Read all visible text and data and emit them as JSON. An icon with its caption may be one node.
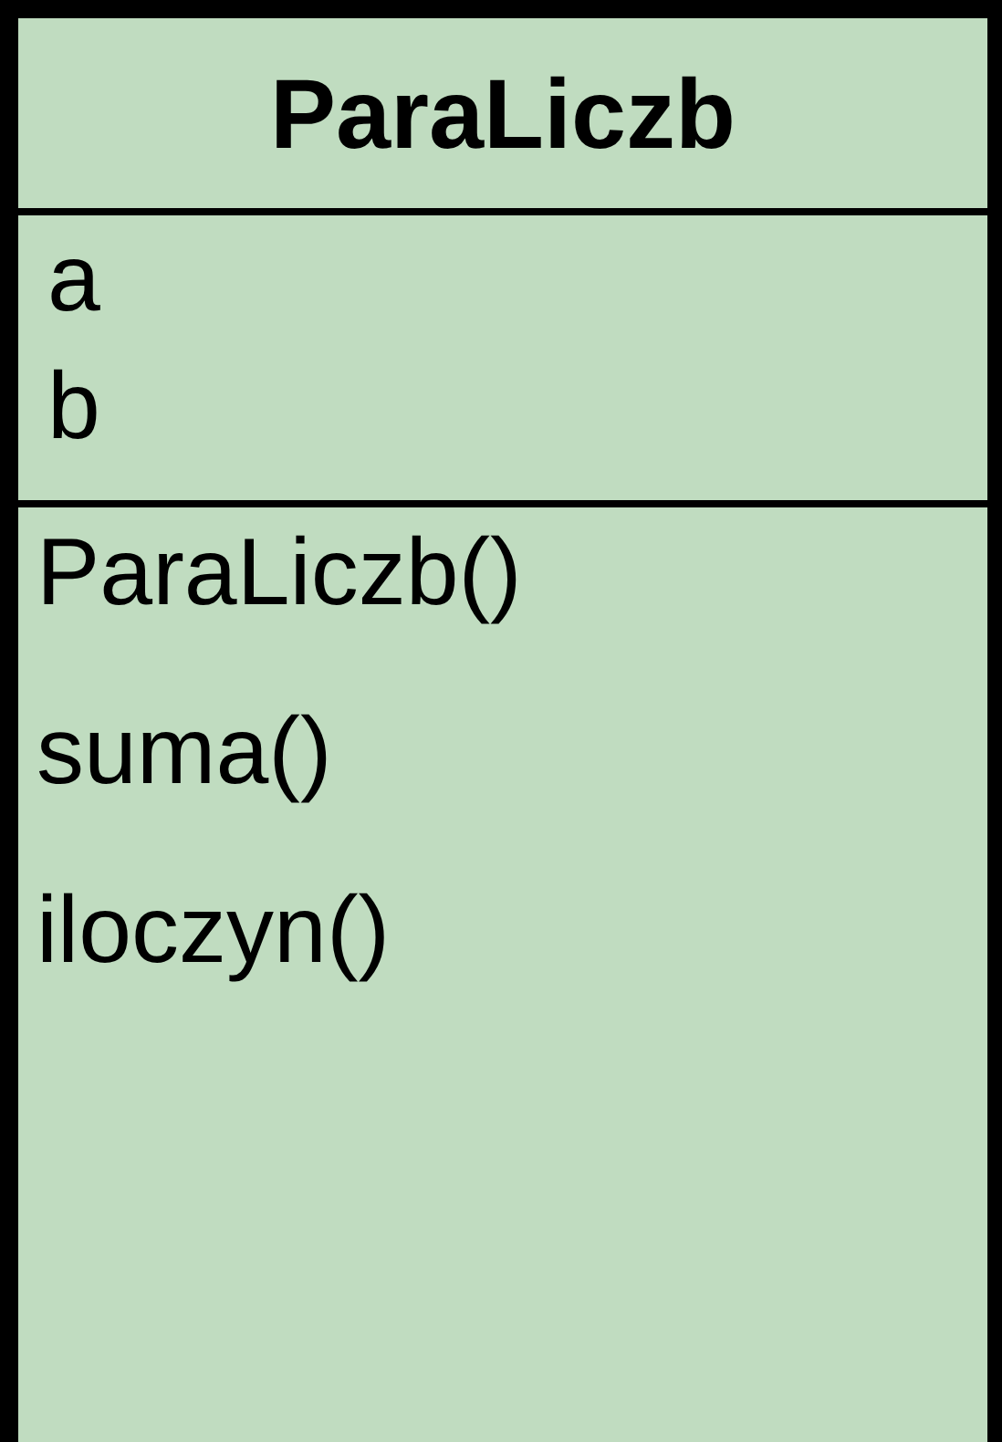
{
  "diagram": {
    "nodes": [
      {
        "text": [
          "ParaLiczb",
          "a",
          "b",
          "ParaLiczb()",
          "suma()",
          "iloczyn()"
        ]
      }
    ]
  }
}
